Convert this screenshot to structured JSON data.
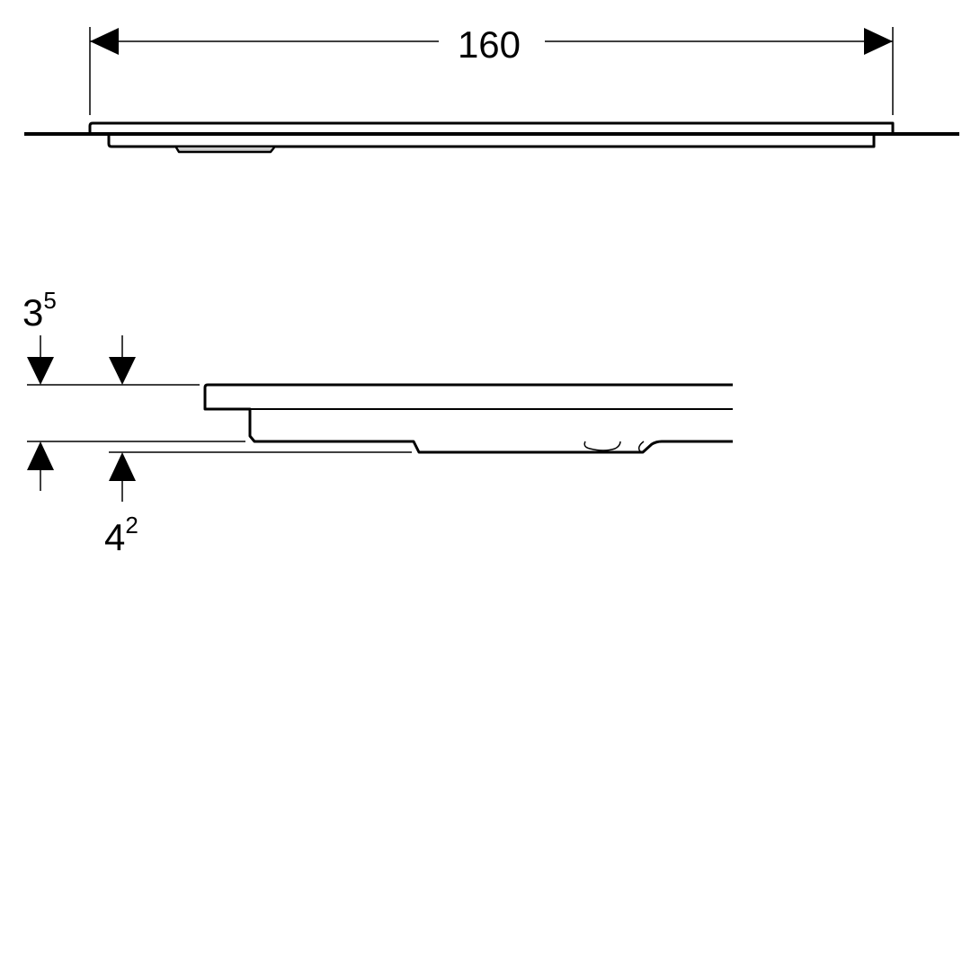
{
  "drawing": {
    "width_dimension": "160",
    "top_dimension": {
      "main": "3",
      "sup": "5"
    },
    "bottom_dimension": {
      "main": "4",
      "sup": "2"
    },
    "line_color": "#000000",
    "background": "#ffffff"
  }
}
